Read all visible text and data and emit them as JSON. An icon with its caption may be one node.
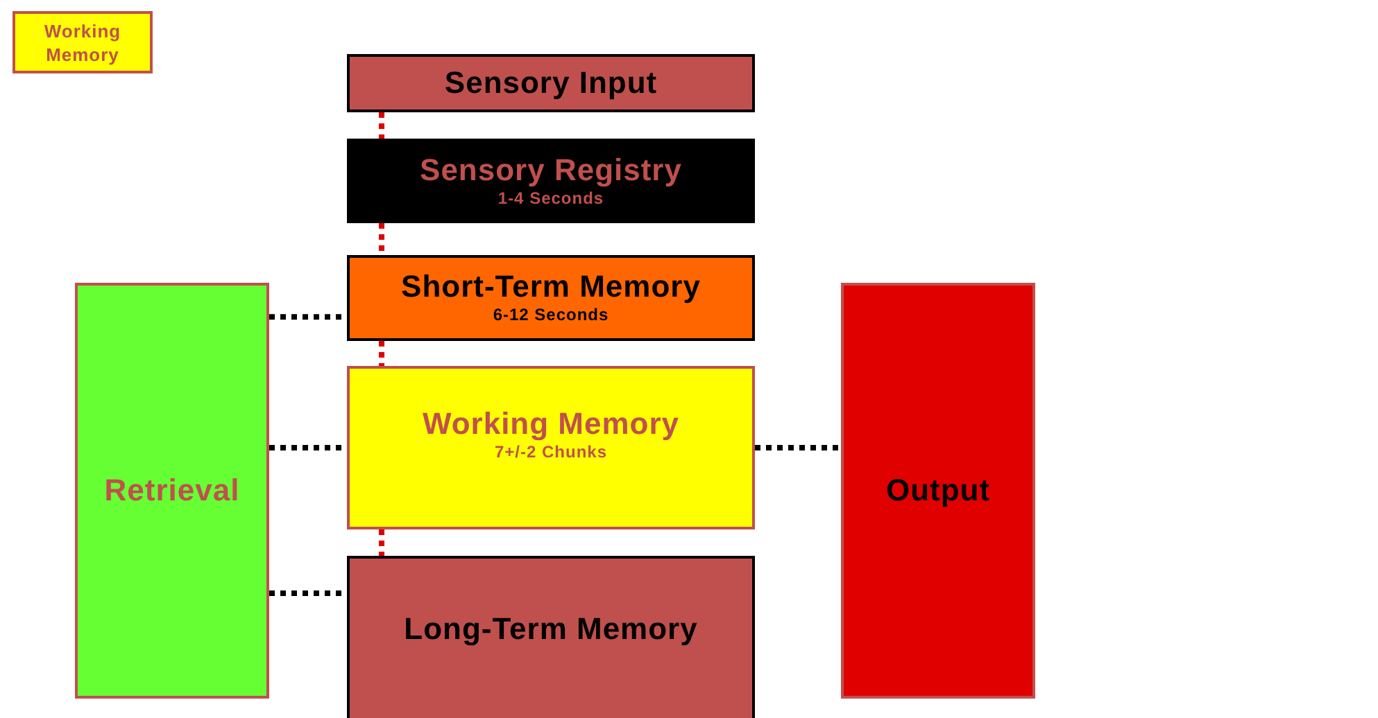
{
  "diagram": {
    "nodes": [
      {
        "text": [
          "Working Memory"
        ]
      },
      {
        "text": [
          "Sensory Input"
        ]
      },
      {
        "text": [
          "Sensory Registry",
          "1-4 Seconds"
        ]
      },
      {
        "text": [
          "Short-Term Memory",
          "6-12 Seconds"
        ]
      },
      {
        "text": [
          "Retrieval"
        ]
      },
      {
        "text": [
          "Working Memory",
          "7+/-2 Chunks"
        ]
      },
      {
        "text": [
          "Output"
        ]
      },
      {
        "text": [
          "Long-Term Memory"
        ]
      }
    ],
    "edges": [
      {
        "from": 1,
        "to": 2,
        "arrow": "none",
        "style": "dashed",
        "color": "#e00000"
      },
      {
        "from": 2,
        "to": 3,
        "arrow": "none",
        "style": "dashed",
        "color": "#e00000"
      },
      {
        "from": 3,
        "to": 5,
        "arrow": "none",
        "style": "dashed",
        "color": "#e00000"
      },
      {
        "from": 5,
        "to": 7,
        "arrow": "none",
        "style": "dashed",
        "color": "#e00000"
      },
      {
        "from": 4,
        "to": 3,
        "arrow": "none",
        "style": "dashed",
        "color": "#000000"
      },
      {
        "from": 4,
        "to": 5,
        "arrow": "none",
        "style": "dashed",
        "color": "#000000"
      },
      {
        "from": 4,
        "to": 7,
        "arrow": "none",
        "style": "dashed",
        "color": "#000000"
      },
      {
        "from": 5,
        "to": 6,
        "arrow": "none",
        "style": "dashed",
        "color": "#000000"
      }
    ]
  }
}
